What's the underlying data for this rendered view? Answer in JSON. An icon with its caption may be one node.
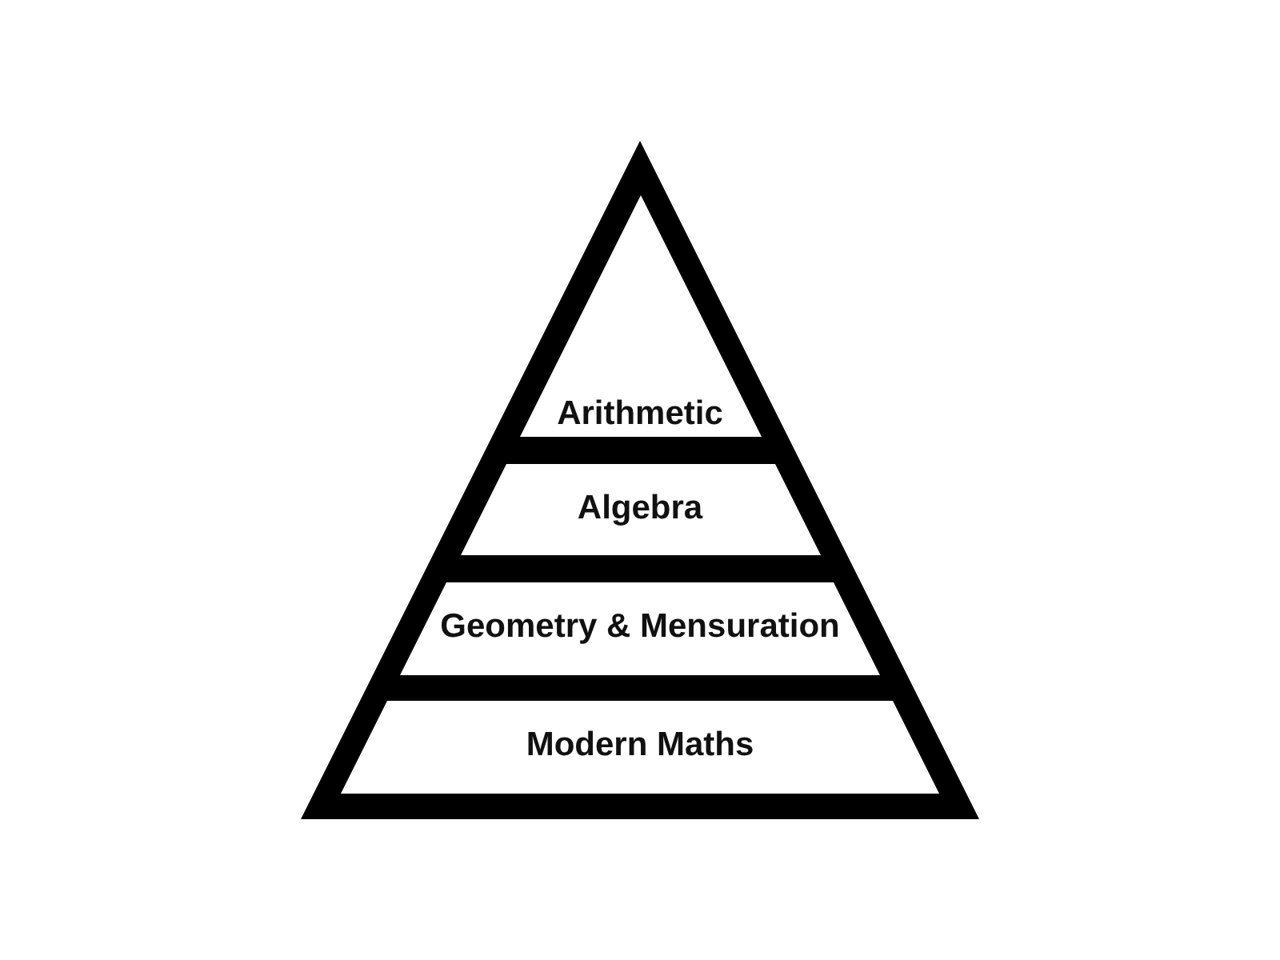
{
  "diagram": {
    "nodes": [
      {
        "text": [
          "Arithmetic"
        ]
      },
      {
        "text": [
          "Algebra"
        ]
      },
      {
        "text": [
          "Geometry & Mensuration"
        ]
      },
      {
        "text": [
          "Modern Maths"
        ]
      }
    ]
  }
}
